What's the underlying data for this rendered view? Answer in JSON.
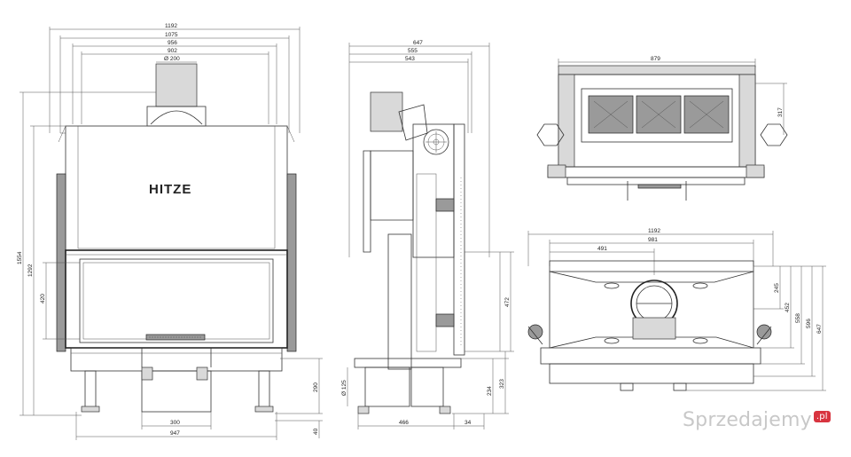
{
  "front": {
    "brand": "HITZE",
    "dims": {
      "w1192": "1192",
      "w1075": "1075",
      "w956": "956",
      "w902": "902",
      "d200": "Ø 200",
      "h1554": "1554",
      "h1292": "1292",
      "h420": "420",
      "h290": "290",
      "h40": "40",
      "w300": "300",
      "w947": "947"
    }
  },
  "side": {
    "dims": {
      "w647": "647",
      "w555": "555",
      "w543": "543",
      "h472": "472",
      "d125": "Ø 125",
      "h234": "234",
      "h323": "323",
      "w466": "466",
      "w34": "34"
    }
  },
  "topview": {
    "dims": {
      "w879": "879",
      "h317": "317"
    }
  },
  "plan": {
    "dims": {
      "w1192": "1192",
      "w981": "981",
      "w491": "491",
      "h245": "245",
      "h452": "452",
      "h558": "558",
      "h596": "596",
      "h647": "647"
    }
  },
  "watermark": {
    "text": "Sprzedajemy",
    "tld": ".pl"
  }
}
